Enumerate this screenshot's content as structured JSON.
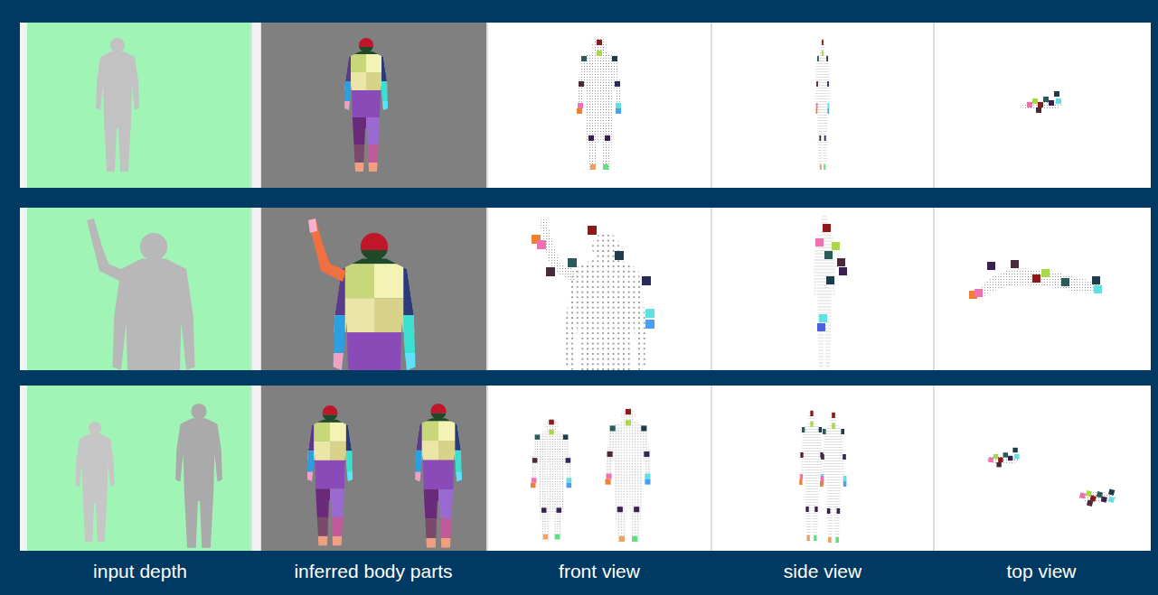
{
  "diagram": {
    "labels": [
      "input depth",
      "inferred body parts",
      "front view",
      "side view",
      "top view"
    ]
  }
}
